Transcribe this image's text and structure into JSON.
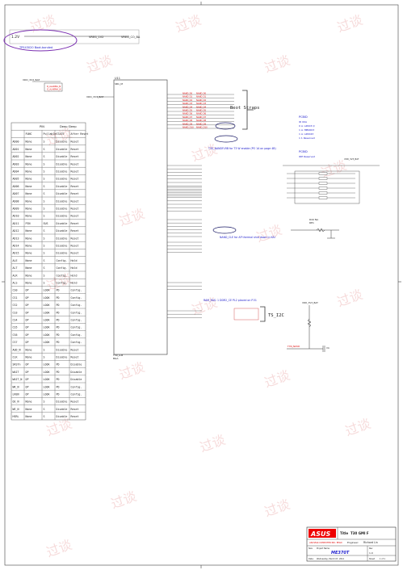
{
  "top": {
    "label_left": "1.2V",
    "label_net": "TPS43020 Boot-bonded",
    "net_a": "VREG_1V2",
    "net_b": "VREG_CO_BA"
  },
  "left_net": {
    "a": "VDD_3V3_BAT",
    "b": "R_ALARMA_N",
    "c": "G_ALARMA_N"
  },
  "table": {
    "header_top": [
      "PIN",
      "Deep Sleep"
    ],
    "header": [
      "",
      "FUNC",
      "Pullable",
      "STATE",
      "After Reset"
    ],
    "rows": [
      [
        "AD00",
        "None",
        "S",
        "Disable",
        "Reset"
      ],
      [
        "AD01",
        "None",
        "S",
        "Disable",
        "Reset"
      ],
      [
        "AD02",
        "None",
        "S",
        "Disable",
        "Reset"
      ],
      [
        "AD03",
        "None",
        "S",
        "Disable",
        "Reset"
      ],
      [
        "AD04",
        "None",
        "S",
        "Disable",
        "Reset"
      ],
      [
        "AD05",
        "None",
        "S",
        "Disable",
        "Reset"
      ],
      [
        "AD06",
        "None",
        "S",
        "Disable",
        "Reset"
      ],
      [
        "AD07",
        "None",
        "S",
        "Disable",
        "Reset"
      ],
      [
        "AD08",
        "None",
        "S",
        "Disable",
        "Reset"
      ],
      [
        "AD09",
        "None",
        "S",
        "Disable",
        "Reset"
      ],
      [
        "AD10",
        "None",
        "S",
        "Disable",
        "Reset"
      ],
      [
        "AD11",
        "PIN",
        "SUS",
        "Disable",
        "Reset"
      ],
      [
        "AD12",
        "None",
        "S",
        "Disable",
        "Reset"
      ],
      [
        "AD13",
        "None",
        "S",
        "Disable",
        "Reset"
      ],
      [
        "AD14",
        "None",
        "S",
        "Disable",
        "Reset"
      ],
      [
        "AD15",
        "None",
        "S",
        "Disable",
        "Reset"
      ],
      [
        "ALE",
        "None",
        "S",
        "Config.",
        "Hold"
      ],
      [
        "ALT",
        "None",
        "S",
        "Config.",
        "Hold"
      ],
      [
        "ALR",
        "None",
        "S",
        "Config.",
        "Hold"
      ],
      [
        "ALS",
        "None",
        "S",
        "Config.",
        "Hold"
      ],
      [
        "CS0",
        "OP",
        "LOOK",
        "PD",
        "Config."
      ],
      [
        "CS1",
        "OP",
        "LOOK",
        "PD",
        "Config."
      ],
      [
        "CS2",
        "OP",
        "LOOK",
        "PD",
        "Config."
      ],
      [
        "CS3",
        "OP",
        "LOOK",
        "PD",
        "Config."
      ],
      [
        "CS4",
        "OP",
        "LOOK",
        "PD",
        "Config."
      ],
      [
        "CS5",
        "OP",
        "LOOK",
        "PD",
        "Config."
      ],
      [
        "CS6",
        "OP",
        "LOOK",
        "PD",
        "Config."
      ],
      [
        "CS7",
        "OP",
        "LOOK",
        "PD",
        "Config."
      ],
      [
        "AUD_N",
        "None",
        "S",
        "Disable",
        "Reset"
      ],
      [
        "CLK",
        "None",
        "S",
        "Disable",
        "Reset"
      ],
      [
        "SRSTn",
        "OP",
        "LOOK",
        "PD",
        "Disable"
      ],
      [
        "WAIT",
        "OP",
        "LOOK",
        "PD",
        "Disable"
      ],
      [
        "WAIT_N",
        "OP",
        "LOOK",
        "PD",
        "Disable"
      ],
      [
        "WR_N",
        "OP",
        "LOOK",
        "PD",
        "Config."
      ],
      [
        "LREN",
        "OP",
        "LOOK",
        "PD",
        "Config."
      ],
      [
        "OE_N",
        "None",
        "S",
        "Disable",
        "Reset"
      ],
      [
        "WE_N",
        "None",
        "S",
        "Disable",
        "Reset"
      ],
      [
        "HSRL",
        "None",
        "S",
        "Disable",
        "Reset"
      ]
    ]
  },
  "chip": {
    "ref": "U11",
    "part": "SB1_M",
    "pins_left": [
      "1.2V"
    ],
    "ref_bottom": "T30_A-B",
    "ref_bottom2": "BGA"
  },
  "nets_right": [
    "NAND_D0",
    "NAND_D1",
    "NAND_D2",
    "NAND_D3",
    "NAND_D4",
    "NAND_D5",
    "NAND_D6",
    "NAND_D7",
    "NAND_D8",
    "NAND_D9",
    "NAND_D10"
  ],
  "labels": {
    "boot_straps": "Boot Straps",
    "note1": "T30_NANDFLRB for T3 W enable (PO 1A on page 4B)",
    "note2": "NAND_CLE for AP thermal shut down in KAI",
    "note3": "RAM_RAS: 1 DDR2_CE PL2   placed on P.31",
    "ts_i2c": "TS_I2C",
    "pcb_id": "PCBID",
    "pcb_rows": [
      "ID 00A",
      "0  A: LZ003 Q",
      "1  A: MB0003",
      "1  A: LZ0043",
      "1  1 Reserved"
    ],
    "pcbid2": "PCBID",
    "pcbid2_sub": "IDE Reserved",
    "r_label": "R44  NA",
    "r_label2": "RE1",
    "cap_label": "V4",
    "vdd_label": "VDD_3V3_BAT",
    "reset_net": "T7N_NOVD",
    "boot_ref": "BOOT_EN"
  },
  "titleblock": {
    "logo": "ASUS",
    "title_label": "Title",
    "title": "T30 GMI F",
    "company": "ASUSTeK COMPUTER INC. EPAD",
    "engineer_label": "Engineer:",
    "engineer": "Richard Lin",
    "size_label": "Size",
    "project_label": "Project Name",
    "project": "ME370T",
    "rev_label": "Rev",
    "rev": "1.0",
    "date_label": "Date:",
    "date": "Wednesday, March 07, 2012",
    "sheet_label": "Sheet",
    "sheet": "1 of 1"
  },
  "watermark": "过谈"
}
